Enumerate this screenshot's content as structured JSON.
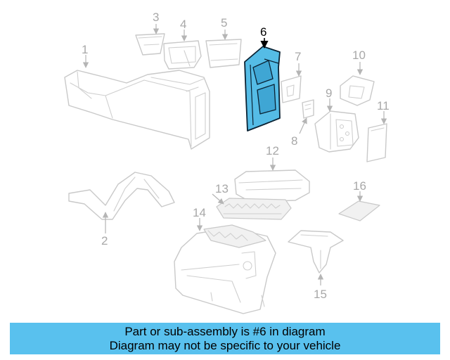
{
  "diagram": {
    "highlighted_callout": "6",
    "highlight_color": "#59c1ee",
    "callouts": [
      {
        "id": "1",
        "label": "1"
      },
      {
        "id": "2",
        "label": "2"
      },
      {
        "id": "3",
        "label": "3"
      },
      {
        "id": "4",
        "label": "4"
      },
      {
        "id": "5",
        "label": "5"
      },
      {
        "id": "6",
        "label": "6"
      },
      {
        "id": "7",
        "label": "7"
      },
      {
        "id": "8",
        "label": "8"
      },
      {
        "id": "9",
        "label": "9"
      },
      {
        "id": "10",
        "label": "10"
      },
      {
        "id": "11",
        "label": "11"
      },
      {
        "id": "12",
        "label": "12"
      },
      {
        "id": "13",
        "label": "13"
      },
      {
        "id": "14",
        "label": "14"
      },
      {
        "id": "15",
        "label": "15"
      },
      {
        "id": "16",
        "label": "16"
      }
    ]
  },
  "banner": {
    "line1": "Part or sub-assembly is #6 in diagram",
    "line2": "Diagram may not be specific to your vehicle",
    "background": "#59c1ee"
  }
}
